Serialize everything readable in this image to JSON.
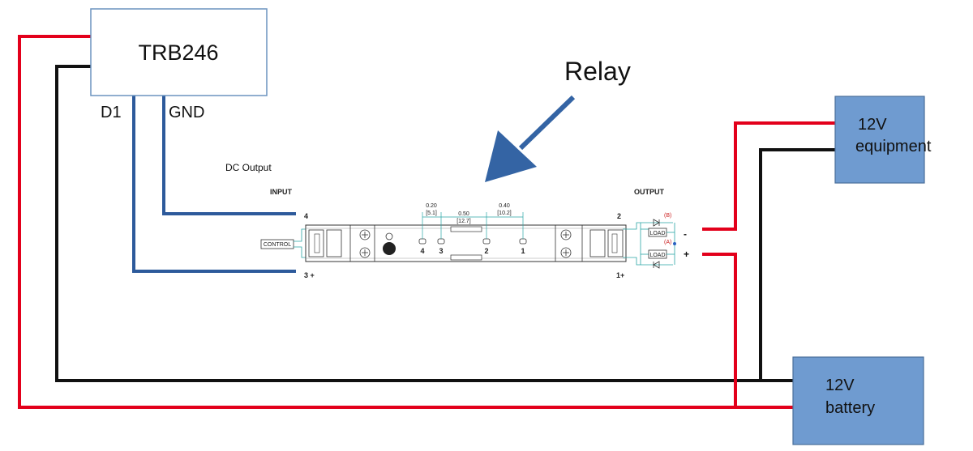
{
  "colors": {
    "red_wire": "#e3001b",
    "black_wire": "#111111",
    "blue_wire": "#2d5a9b",
    "box_fill": "#6f9bd0",
    "box_stroke": "#4a6e99",
    "trb_stroke": "#6b93bf",
    "arrow": "#3464a4"
  },
  "boxes": {
    "trb": "TRB246",
    "equipment_line1": "12V",
    "equipment_line2": "equipment",
    "battery_line1": "12V",
    "battery_line2": "battery"
  },
  "pins": {
    "d1": "D1",
    "gnd": "GND"
  },
  "callout": {
    "relay": "Relay"
  },
  "relay_drawing": {
    "title": "DC Output",
    "input_label": "INPUT",
    "output_label": "OUTPUT",
    "input_pin_top": "4",
    "input_pin_bottom": "3 +",
    "output_pin_top": "2",
    "output_pin_bottom": "1+",
    "control_label": "CONTROL",
    "terminal_4": "4",
    "terminal_3": "3",
    "terminal_2": "2",
    "terminal_1": "1",
    "dim_a_in": "0.20",
    "dim_a_mm": "[5.1]",
    "dim_b_in": "0.50",
    "dim_b_mm": "[12.7]",
    "dim_c_in": "0.40",
    "dim_c_mm": "[10.2]",
    "load_top": "LOAD",
    "load_bottom": "LOAD",
    "note_b": "(B)",
    "note_a": "(A)",
    "minus": "-",
    "plus": "+"
  }
}
